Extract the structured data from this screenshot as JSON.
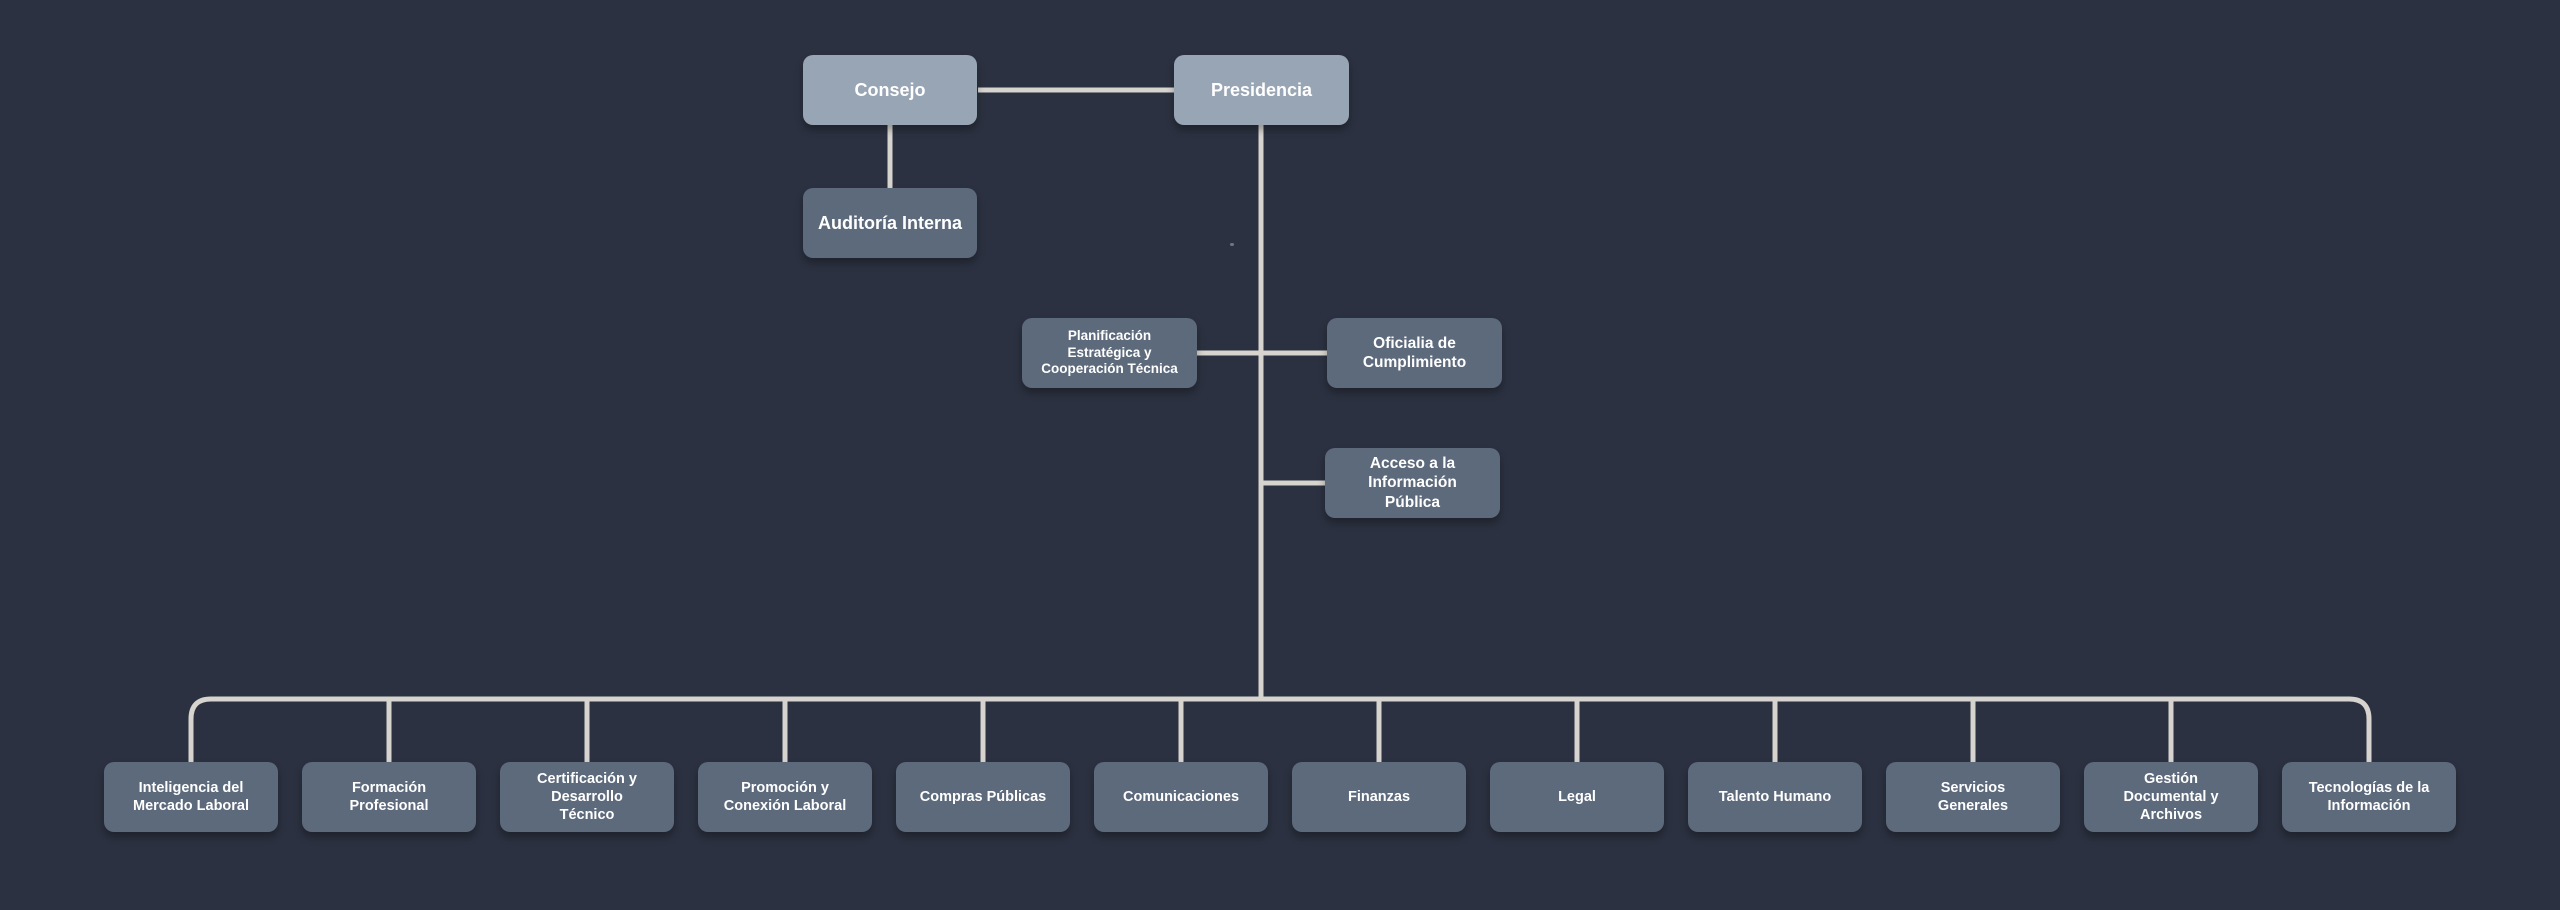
{
  "canvas": {
    "background": "#2b3140"
  },
  "colors": {
    "background": "#2b3140",
    "executive_box": "#98a5b5",
    "unit_box": "#5d6a7c",
    "connector_line": "#d7d4cf",
    "label_text": "#ffffff"
  },
  "org_chart": {
    "type": "org-chart",
    "executive": {
      "consejo": "Consejo",
      "presidencia": "Presidencia"
    },
    "staff_units": {
      "auditoria_interna": "Auditoría Interna",
      "planificacion": "Planificación\nEstratégica y\nCooperación Técnica",
      "oficialia": "Oficialia de\nCumplimiento",
      "acceso": "Acceso a la\nInformación\nPública"
    },
    "departments": [
      "Inteligencia del\nMercado Laboral",
      "Formación\nProfesional",
      "Certificación y\nDesarrollo\nTécnico",
      "Promoción y\nConexión Laboral",
      "Compras Públicas",
      "Comunicaciones",
      "Finanzas",
      "Legal",
      "Talento Humano",
      "Servicios\nGenerales",
      "Gestión\nDocumental y\nArchivos",
      "Tecnologías de la\nInformación"
    ]
  }
}
